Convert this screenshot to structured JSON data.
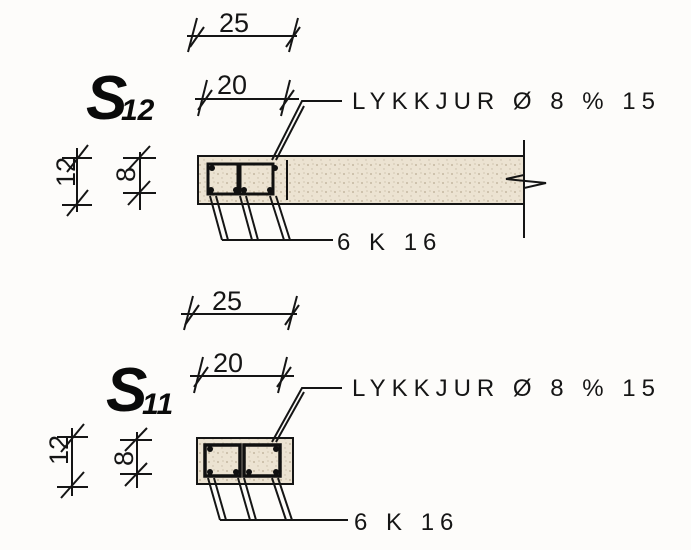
{
  "sections": [
    {
      "name_main": "S",
      "name_sub": "12",
      "dim_width": "25",
      "dim_inner": "20",
      "dim_height": "12",
      "dim_height_inner": "8",
      "stirrups": "LYKKJUR Ø 8 % 15",
      "main_bars": "6 K 16"
    },
    {
      "name_main": "S",
      "name_sub": "11",
      "dim_width": "25",
      "dim_inner": "20",
      "dim_height": "12",
      "dim_height_inner": "8",
      "stirrups": "LYKKJUR Ø 8 % 15",
      "main_bars": "6 K 16"
    }
  ],
  "colors": {
    "ink": "#151515",
    "concrete": "#e7dcc8",
    "background": "#fdfcfa"
  }
}
